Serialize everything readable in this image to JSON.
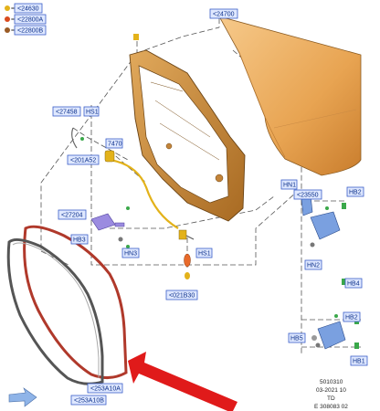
{
  "legend": [
    {
      "code": "<24630",
      "color": "#e3b21a"
    },
    {
      "code": "<22800A",
      "color": "#d94b1e"
    },
    {
      "code": "<22800B",
      "color": "#9a5b25"
    }
  ],
  "callouts": {
    "c24700": "<24700",
    "c27458": "<27458",
    "hs1_top": "HS1",
    "c7470": "7470",
    "c201a52": "<201A52",
    "hn1": "HN1",
    "c23550": "<23550",
    "hb2_top": "HB2",
    "c27204": "<27204",
    "hb3": "HB3",
    "hn3": "HN3",
    "hs1_mid": "HS1",
    "hn2": "HN2",
    "hb4": "HB4",
    "c021b30": "<021B30",
    "hb2_low": "HB2",
    "hb5": "HB5",
    "hb1": "HB1",
    "c253a10a": "<253A10A",
    "c253a10b": "<253A10B"
  },
  "footer": {
    "line1": "5010310",
    "line2": "03-2021 10",
    "line3": "TD",
    "line4": "E 308083 02"
  }
}
